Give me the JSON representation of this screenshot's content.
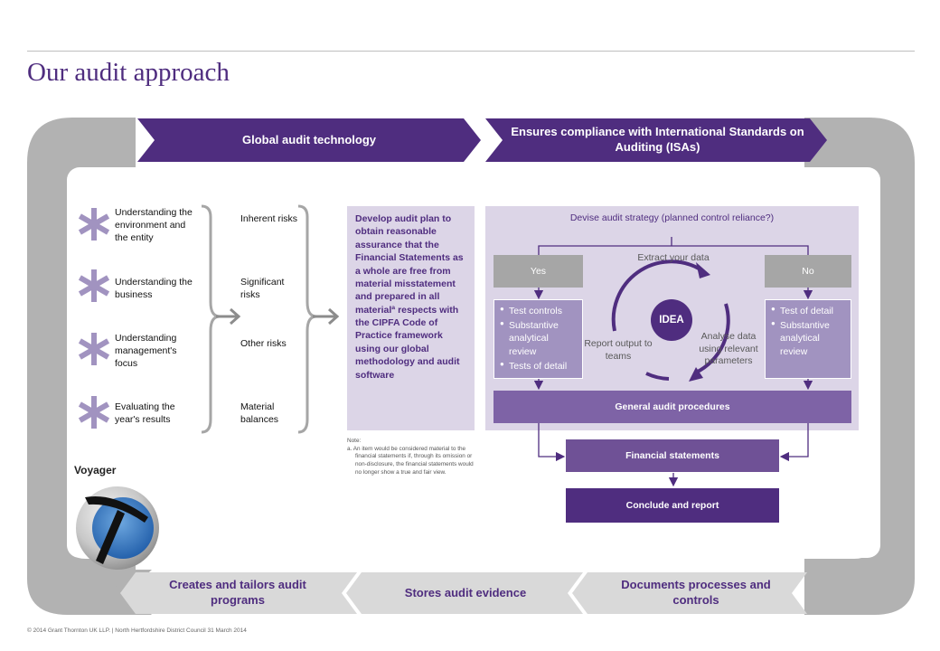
{
  "title": "Our audit approach",
  "chevrons": {
    "top_left": "Global audit technology",
    "top_right": "Ensures compliance with International Standards on Auditing (ISAs)",
    "bottom_left": "Creates and tailors audit programs",
    "bottom_middle": "Stores audit evidence",
    "bottom_right": "Documents processes and controls"
  },
  "understanding_items": [
    {
      "label": "Understanding the environment and the entity",
      "icon": "asterisk-icon"
    },
    {
      "label": "Understanding the business",
      "icon": "asterisk-icon"
    },
    {
      "label": "Understanding management's focus",
      "icon": "asterisk-icon"
    },
    {
      "label": "Evaluating the year's results",
      "icon": "asterisk-icon"
    }
  ],
  "risk_items": [
    "Inherent risks",
    "Significant risks",
    "Other risks",
    "Material balances"
  ],
  "plan_text": "Develop audit plan to obtain reasonable assurance that the Financial Statements as a whole are free from material misstatement and prepared in all materialª respects with the CIPFA Code of Practice framework using our global methodology and audit software",
  "note": {
    "title": "Note:",
    "text": "a. An item would be considered material to the financial statements if, through its omission or non-disclosure, the financial statements would no longer show a true and fair view."
  },
  "strategy": {
    "title": "Devise audit strategy (planned control reliance?)",
    "yes": "Yes",
    "no": "No",
    "yes_items": [
      "Test controls",
      "Substantive analytical review",
      "Tests of detail"
    ],
    "no_items": [
      "Test of detail",
      "Substantive analytical review"
    ],
    "cycle": {
      "center": "IDEA",
      "top": "Extract your data",
      "right": "Analyse data using relevant parameters",
      "left": "Report output to teams"
    },
    "general": "General audit procedures"
  },
  "outputs": {
    "financial": "Financial statements",
    "conclude": "Conclude and report"
  },
  "voyager": {
    "title": "Voyager",
    "icon": "voyager-logo-icon"
  },
  "footer": "© 2014 Grant Thornton UK LLP.  |  North Hertfordshire  District Council  31 March 2014",
  "colors": {
    "brand_purple": "#4f2d7f",
    "light_lavender": "#dcd5e7",
    "mid_lilac": "#a193c0",
    "bar_purple": "#7e63a6",
    "frame_grey": "#b2b2b2",
    "chevron_grey": "#d9d9d9"
  }
}
